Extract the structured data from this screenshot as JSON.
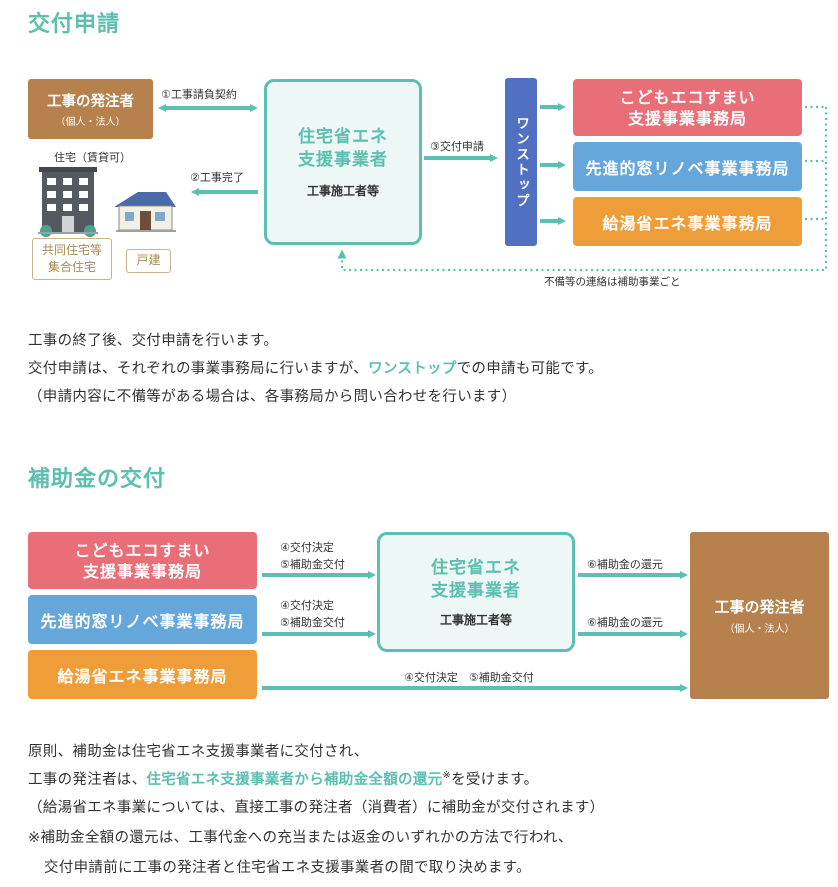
{
  "colors": {
    "teal": "#5cbfaf",
    "brown": "#b6814c",
    "pink": "#e86f77",
    "blue": "#65a6db",
    "orange": "#ef9d38",
    "onestop": "#5170c2",
    "center_bg": "#edf7f5"
  },
  "section1": {
    "title": "交付申請",
    "orderer": {
      "title": "工事の発注者",
      "sub": "（個人・法人）"
    },
    "housing_label": "住宅（賃貸可）",
    "tag_multi": "共同住宅等\n集合住宅",
    "tag_detached": "戸建",
    "arrow1": "①工事請負契約",
    "arrow2": "②工事完了",
    "arrow3": "③交付申請",
    "center": {
      "title": "住宅省エネ\n支援事業者",
      "sub": "工事施工者等"
    },
    "onestop": "ワンストップ",
    "offices": [
      "こどもエコすまい\n支援事業事務局",
      "先進的窓リノベ事業事務局",
      "給湯省エネ事業事務局"
    ],
    "feedback": "不備等の連絡は補助事業ごと",
    "paragraph": {
      "line1": "工事の終了後、交付申請を行います。",
      "line2_pre": "交付申請は、それぞれの事業事務局に行いますが、",
      "line2_hl": "ワンストップ",
      "line2_post": "での申請も可能です。",
      "line3": "（申請内容に不備等がある場合は、各事務局から問い合わせを行います）"
    }
  },
  "section2": {
    "title": "補助金の交付",
    "offices": [
      "こどもエコすまい\n支援事業事務局",
      "先進的窓リノベ事業事務局",
      "給湯省エネ事業事務局"
    ],
    "decide": "④交付決定",
    "grant": "⑤補助金交付",
    "bottom_label": "④交付決定　⑤補助金交付",
    "center": {
      "title": "住宅省エネ\n支援事業者",
      "sub": "工事施工者等"
    },
    "refund": "⑥補助金の還元",
    "orderer": {
      "title": "工事の発注者",
      "sub": "（個人・法人）"
    },
    "paragraph": {
      "line1": "原則、補助金は住宅省エネ支援事業者に交付され、",
      "line2_pre": "工事の発注者は、",
      "line2_hl": "住宅省エネ支援事業者から補助金全額の還元",
      "line2_sup": "※",
      "line2_post": "を受けます。",
      "line3": "（給湯省エネ事業については、直接工事の発注者（消費者）に補助金が交付されます）",
      "line4": "※補助金全額の還元は、工事代金への充当または返金のいずれかの方法で行われ、",
      "line5": "交付申請前に工事の発注者と住宅省エネ支援事業者の間で取り決めます。"
    }
  }
}
